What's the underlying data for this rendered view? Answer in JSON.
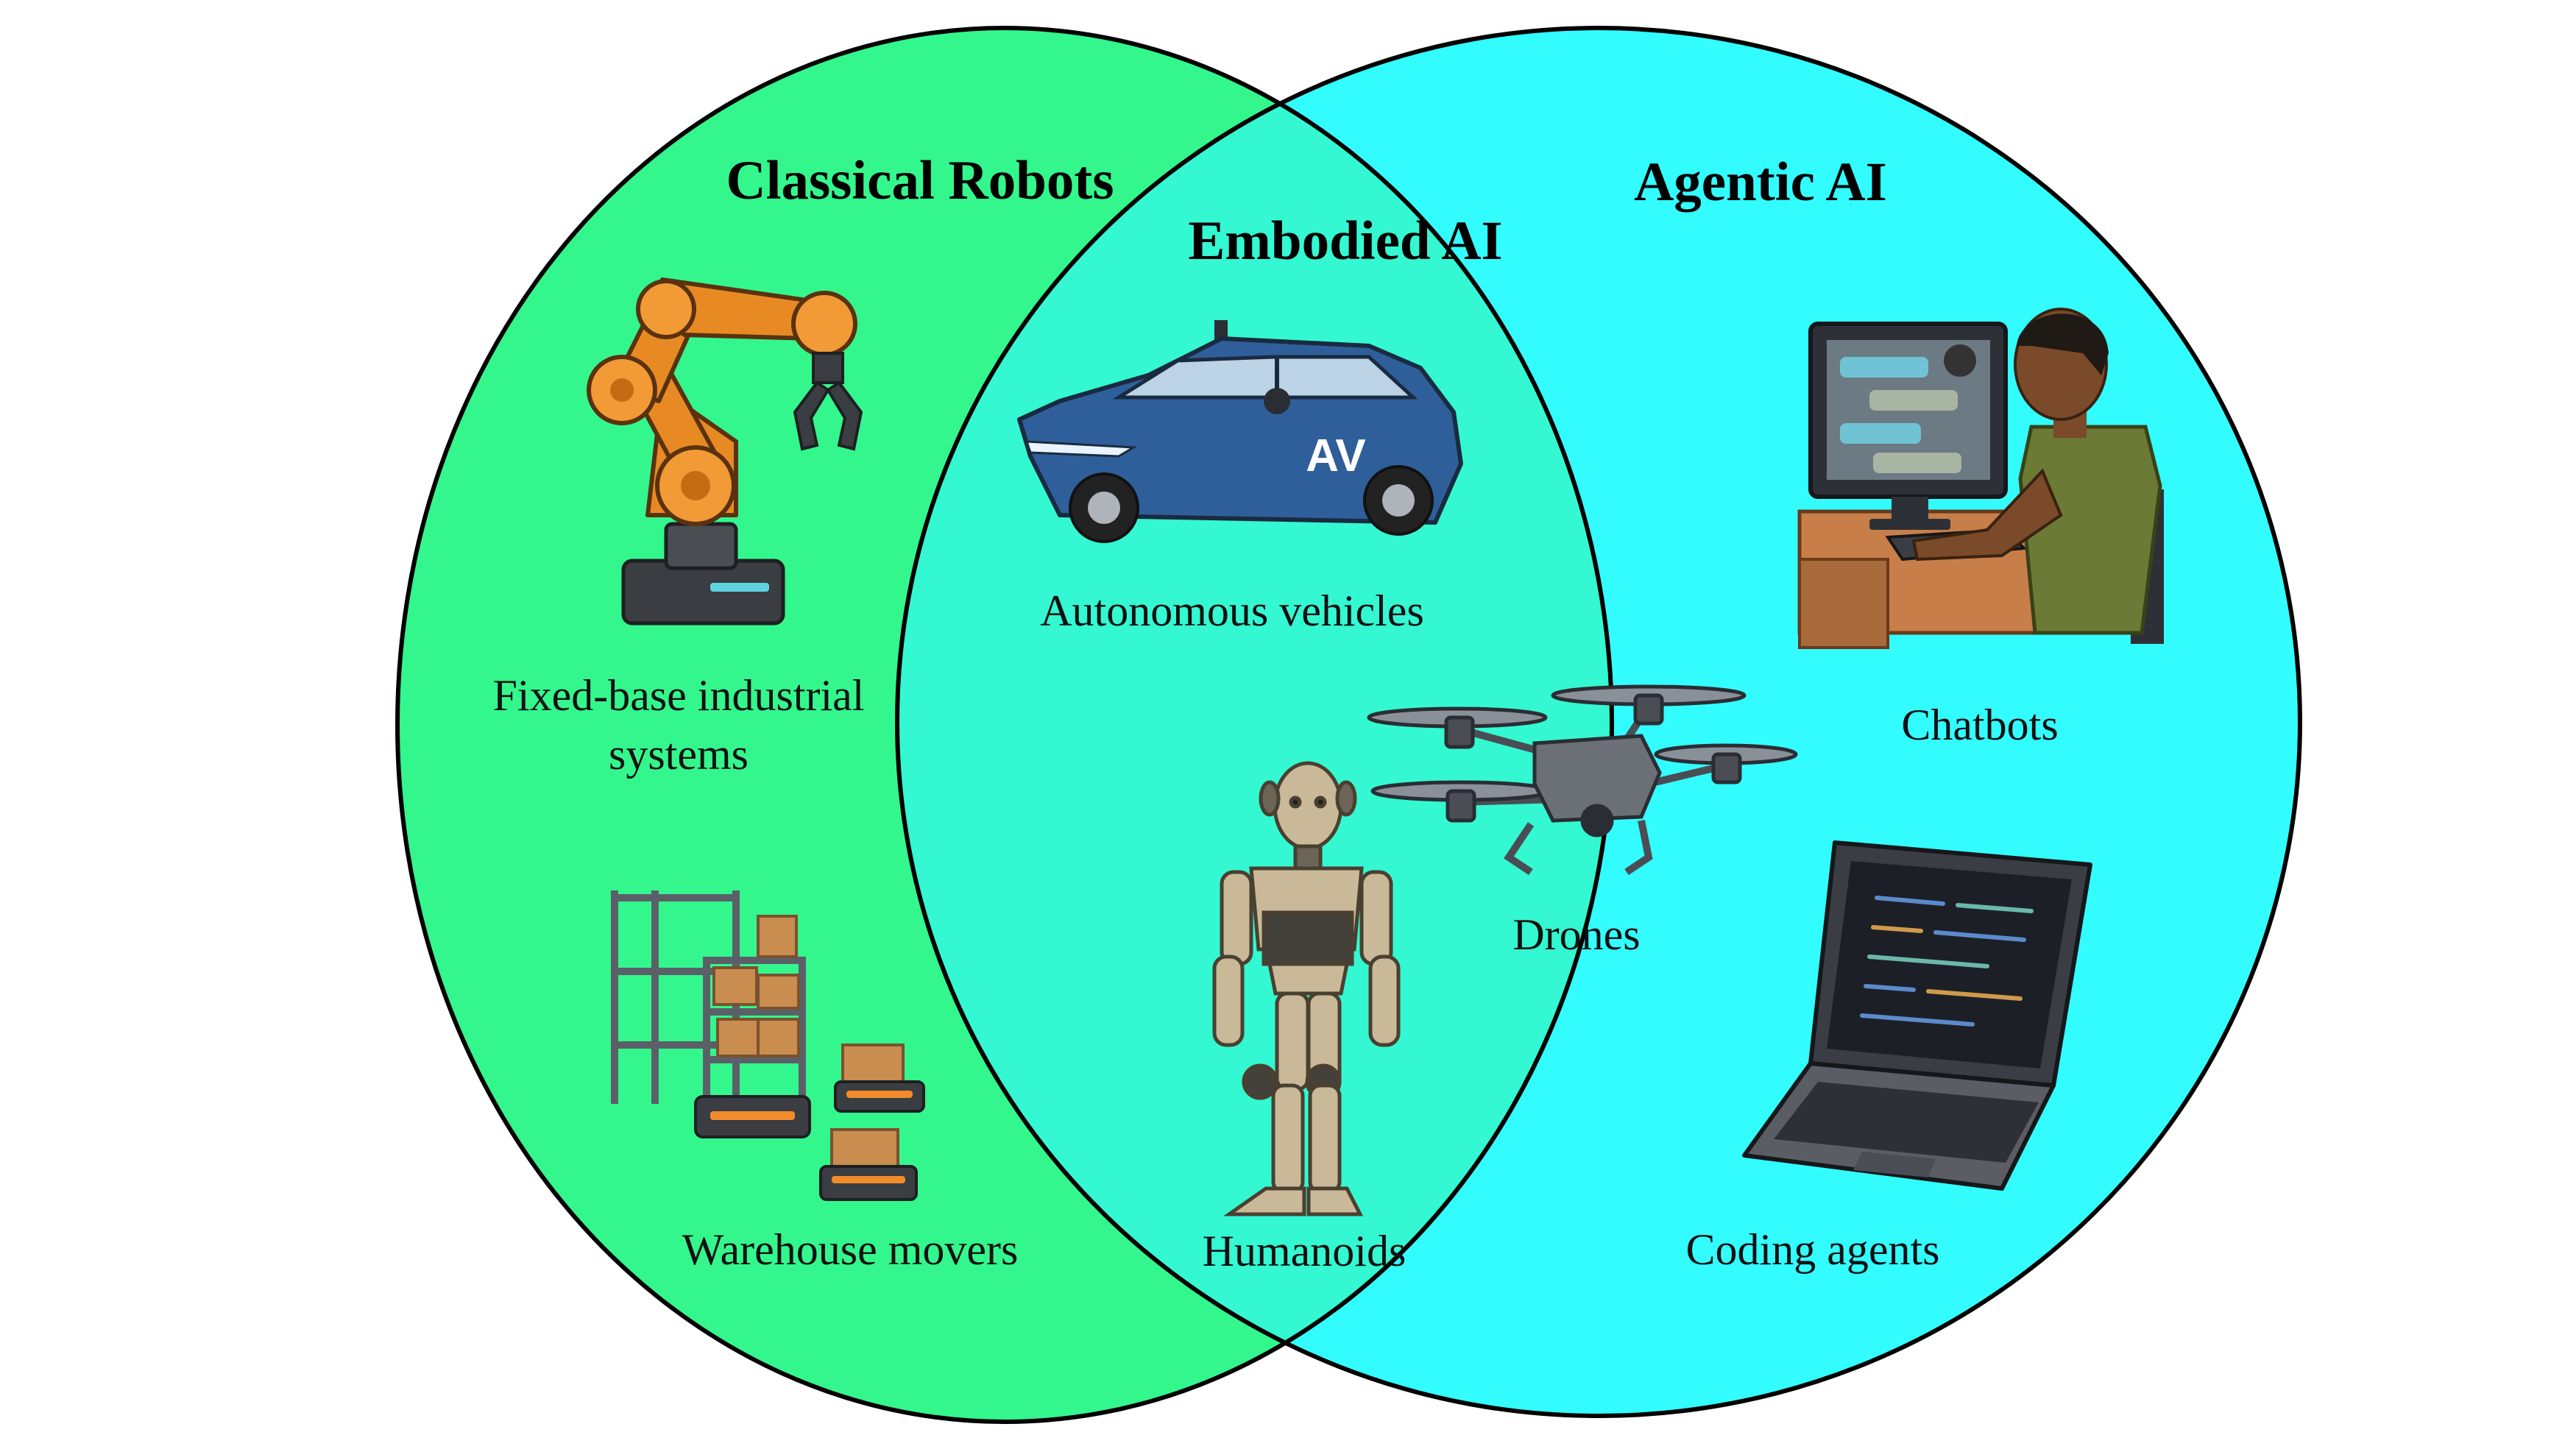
{
  "regions": {
    "left": {
      "title": "Classical Robots",
      "color": "#33f78d"
    },
    "right": {
      "title": "Agentic AI",
      "color": "#33fcff"
    },
    "overlap": {
      "title": "Embodied AI",
      "color": "#33f8d2"
    }
  },
  "items": {
    "industrial_arm": {
      "label_line1": "Fixed-base industrial",
      "label_line2": "systems"
    },
    "warehouse": {
      "label": "Warehouse movers"
    },
    "av": {
      "label": "Autonomous vehicles",
      "badge": "AV"
    },
    "humanoid": {
      "label": "Humanoids"
    },
    "drone": {
      "label": "Drones"
    },
    "chatbot": {
      "label": "Chatbots"
    },
    "coding": {
      "label": "Coding agents"
    }
  }
}
